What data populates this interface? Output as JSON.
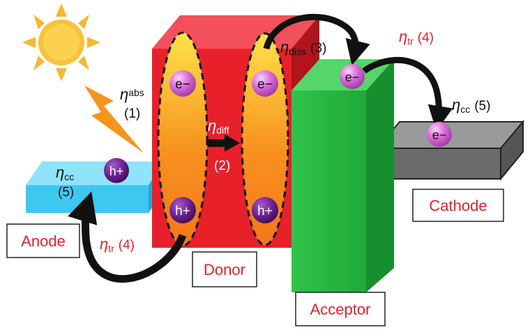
{
  "labels": {
    "anode": "Anode",
    "donor": "Donor",
    "acceptor": "Acceptor",
    "cathode": "Cathode"
  },
  "carriers": {
    "electron": "e−",
    "hole": "h+"
  },
  "efficiencies": {
    "symbol": "η",
    "abs": {
      "sub": "abs",
      "step": "(1)"
    },
    "diff": {
      "sub": "diff",
      "step": "(2)"
    },
    "diss": {
      "sub": "diss",
      "step": "(3)"
    },
    "tr_right": {
      "sub": "tr",
      "step": "(4)"
    },
    "tr_left": {
      "sub": "tr",
      "step": "(4)"
    },
    "cc_right": {
      "sub": "cc",
      "step": "(5)"
    },
    "cc_left": {
      "sub": "cc",
      "step": "(5)"
    }
  },
  "colors": {
    "label_text": "#e8202e",
    "black_text": "#111111",
    "donor": "#e8202a",
    "acceptor": "#22b53a",
    "anode": "#3ec8f0",
    "cathode": "#6b6b6b",
    "electron": "#d86ad8",
    "hole": "#6a1f8c",
    "sun": "#f7b733",
    "lightning": "#f7941d"
  }
}
